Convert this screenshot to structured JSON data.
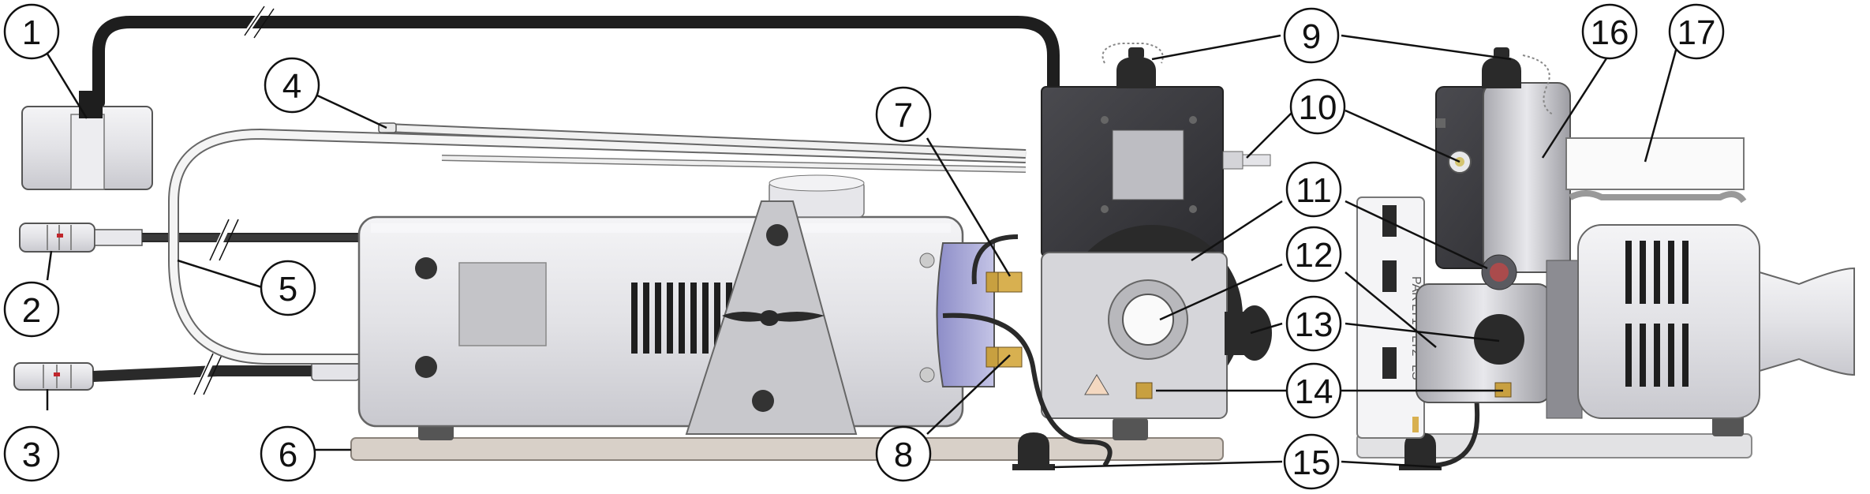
{
  "diagram": {
    "callouts": [
      "1",
      "2",
      "3",
      "4",
      "5",
      "6",
      "7",
      "8",
      "9",
      "10",
      "11",
      "12",
      "13",
      "14",
      "15",
      "16",
      "17"
    ],
    "panel_labels": [
      "PAR",
      "LT1",
      "LT2",
      "LS"
    ]
  },
  "colors": {
    "housing": "#e4e4e8",
    "dark_block": "#3b3b3f",
    "cable": "#1e1e1e",
    "tube": "#f2f2f2",
    "base": "#d8d0c8",
    "brass": "#c8a040",
    "outline": "#111111"
  }
}
